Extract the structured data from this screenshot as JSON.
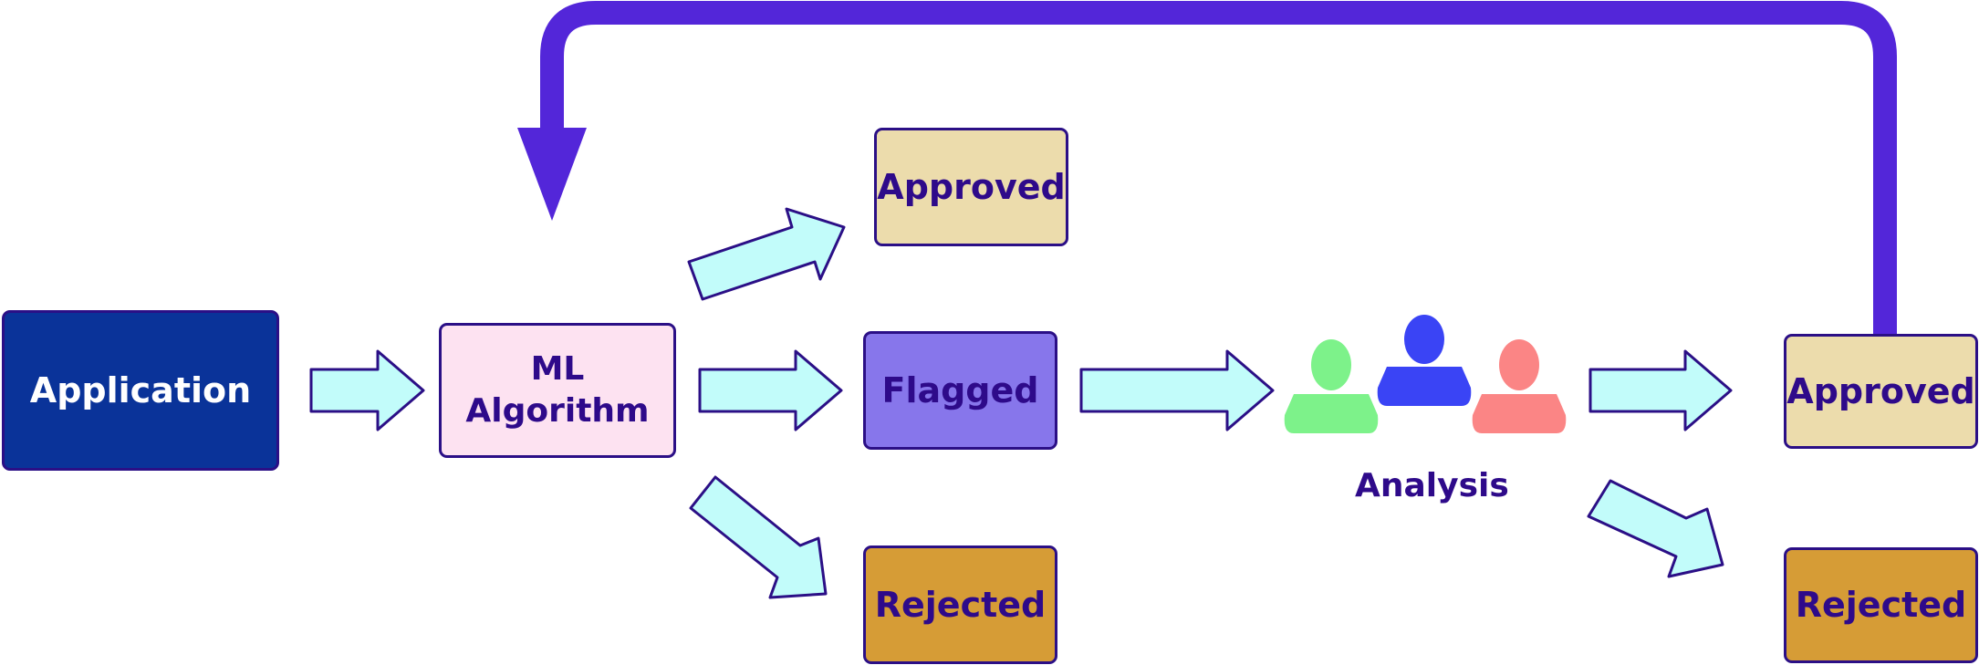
{
  "nodes": {
    "application": "Application",
    "ml_line1": "ML",
    "ml_line2": "Algorithm",
    "approved_top": "Approved",
    "flagged": "Flagged",
    "rejected_mid": "Rejected",
    "analysis": "Analysis",
    "approved_right": "Approved",
    "rejected_right": "Rejected"
  },
  "colors": {
    "application_fill": "#0a3399",
    "ml_fill": "#fde2f1",
    "approved_fill": "#ecdcac",
    "flagged_fill": "#8776eb",
    "rejected_fill": "#d69c36",
    "arrow_fill": "#c2fcfa",
    "outline": "#2b0f86",
    "feedback_arrow": "#5326d9",
    "person_green": "#7df28a",
    "person_blue": "#3a44f5",
    "person_red": "#fb8585"
  },
  "icons": [
    "person-icon-green",
    "person-icon-blue",
    "person-icon-red"
  ]
}
